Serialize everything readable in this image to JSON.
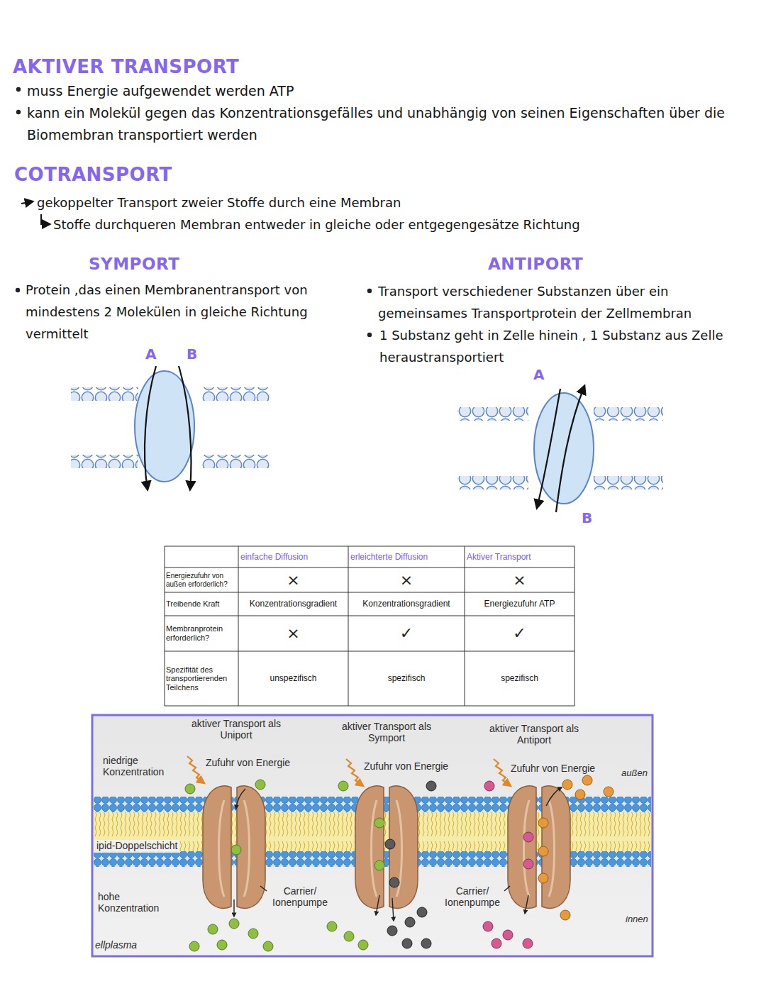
{
  "diagram": {
    "labels": [
      "AKTIVER TRANSPORT",
      "muss Energie aufgewendet werden ATP",
      "kann ein Molekül gegen das Konzentrationsgefälles und unabhängig von seinen Eigenschaften über die Biomembran transportiert werden",
      "COTRANSPORT",
      "gekoppelter Transport zweier Stoffe durch eine Membran",
      "Stoffe durchqueren Membran entweder in gleiche oder entgegengesätze Richtung",
      "SYMPORT",
      "ANTIPORT",
      "Protein ,das einen Membranentransport von mindestens 2 Molekülen in gleiche Richtung vermittelt",
      "Transport verschiedener Substanzen über ein gemeinsames Transportprotein der Zellmembran",
      "1 Substanz geht in Zelle hinein , 1 Substanz aus Zelle heraustransportiert",
      "A",
      "B",
      "A",
      "B",
      "einfache Diffusion",
      "erleichterte Diffusion",
      "Aktiver Transport",
      "Energiezufuhr von außen erforderlich?",
      "×",
      "×",
      "×",
      "Treibende Kraft",
      "Konzentrationsgradient",
      "Konzentrationsgradient",
      "Energiezufuhr ATP",
      "Membranprotein erforderlich?",
      "×",
      "✓",
      "✓",
      "Spezifität des transportierenden Teilchens",
      "unspezifisch",
      "spezifisch",
      "spezifisch",
      "aktiver Transport als Uniport",
      "aktiver Transport als Symport",
      "aktiver Transport als Antiport",
      "Zufuhr von Energie",
      "Zufuhr von Energie",
      "Zufuhr von Energie",
      "niedrige Konzentration",
      "außen",
      "ipid-Doppelschicht",
      "hohe Konzentration",
      "Carrier/ Ionenpumpe",
      "Carrier/ Ionenpumpe",
      "innen",
      "ellplasma"
    ]
  }
}
